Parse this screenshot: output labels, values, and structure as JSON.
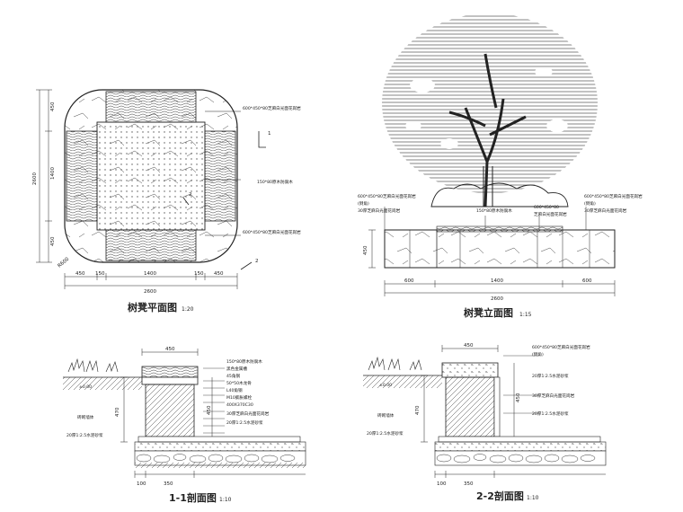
{
  "plan": {
    "title": "树凳平面图",
    "scale": "1:20",
    "dims_bottom": [
      "450",
      "150",
      "1400",
      "150",
      "450"
    ],
    "total_bottom": "2600",
    "dims_left": [
      "450",
      "1400",
      "450"
    ],
    "total_left": "2600",
    "radius": "R600",
    "notes": [
      "600*450*80芝麻白光面花岗岩",
      "150*80原木防腐木",
      "600*450*80芝麻白光面花岗岩"
    ],
    "section_marks": [
      "1",
      "2",
      "2"
    ]
  },
  "elevation": {
    "title": "树凳立面图",
    "scale": "1:15",
    "dims_bottom": [
      "600",
      "1400",
      "600"
    ],
    "total_bottom": "2600",
    "height": "450",
    "notes_left": [
      "600*450*80芝麻白光面花岗岩",
      "(倒角)",
      "30厚芝麻白光面花岗岩"
    ],
    "notes_mid": [
      "150*80原木防腐木"
    ],
    "notes_mid2": [
      "600*450*80",
      "芝麻白光面花岗岩"
    ],
    "notes_right": [
      "600*450*80芝麻白光面花岗岩",
      "(倒角)",
      "30厚芝麻白光面花岗岩"
    ]
  },
  "section1": {
    "title": "1-1剖面图",
    "scale": "1:10",
    "top_dim": "450",
    "heights": [
      "470",
      "450"
    ],
    "bottom_dims": [
      "100",
      "350"
    ],
    "left_notes": [
      "砖砌墙体",
      "20厚1:2.5水泥砂浆"
    ],
    "label": "±0.00",
    "notes": [
      "150*80原木防腐木",
      "黑色金属槽",
      "45角钢",
      "50*50木龙骨",
      "L40角钢",
      "M10膨胀螺栓",
      "400X370C30",
      "30厚芝麻白光面花岗岩",
      "20厚1:2.5水泥砂浆"
    ]
  },
  "section2": {
    "title": "2-2剖面图",
    "scale": "1:10",
    "top_dim": "450",
    "heights": [
      "470",
      "450"
    ],
    "bottom_dims": [
      "100",
      "350"
    ],
    "left_notes": [
      "砖砌墙体",
      "20厚1:2.5水泥砂浆"
    ],
    "label": "±0.00",
    "notes": [
      "600*450*80芝麻白光面花岗岩",
      "(倒角)",
      "20厚1:2.5水泥砂浆",
      "30厚芝麻白光面花岗岩",
      "20厚1:2.5水泥砂浆"
    ]
  }
}
